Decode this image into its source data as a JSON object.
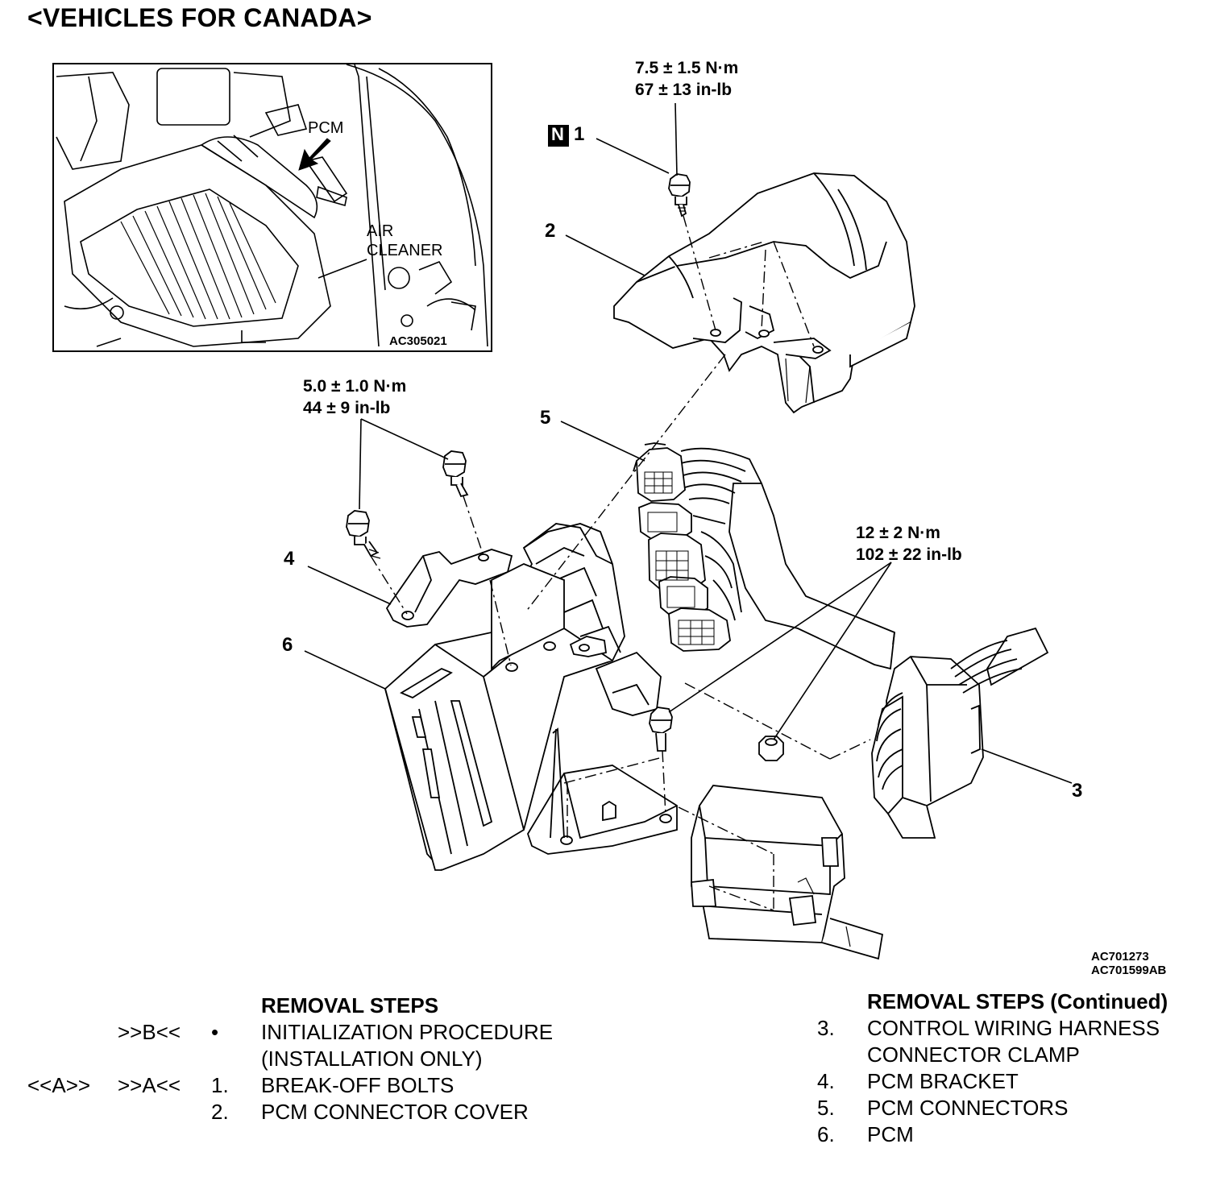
{
  "title": "<VEHICLES FOR CANADA>",
  "inset": {
    "pcm_label": "PCM",
    "air_cleaner_line1": "AIR",
    "air_cleaner_line2": "CLEANER",
    "code": "AC305021"
  },
  "torque": {
    "t1_line1": "7.5 ± 1.5 N·m",
    "t1_line2": "67 ± 13 in-lb",
    "t2_line1": "5.0 ± 1.0 N·m",
    "t2_line2": "44 ± 9 in-lb",
    "t3_line1": "12 ± 2 N·m",
    "t3_line2": "102 ± 22 in-lb"
  },
  "callouts": {
    "n_badge": "N",
    "c1": "1",
    "c2": "2",
    "c3": "3",
    "c4": "4",
    "c5": "5",
    "c6": "6"
  },
  "figure_codes": {
    "code1": "AC701273",
    "code2": "AC701599AB"
  },
  "removal_steps": {
    "header": "REMOVAL STEPS",
    "rows": [
      {
        "prefix1": "",
        "prefix2": ">>B<<",
        "num": "•",
        "text": "INITIALIZATION PROCEDURE"
      },
      {
        "prefix1": "",
        "prefix2": "",
        "num": "",
        "text": "(INSTALLATION ONLY)"
      },
      {
        "prefix1": "<<A>>",
        "prefix2": ">>A<<",
        "num": "1.",
        "text": "BREAK-OFF BOLTS"
      },
      {
        "prefix1": "",
        "prefix2": "",
        "num": "2.",
        "text": "PCM CONNECTOR COVER"
      }
    ]
  },
  "removal_steps_continued": {
    "header": "REMOVAL STEPS (Continued)",
    "rows": [
      {
        "num": "3.",
        "text": "CONTROL WIRING HARNESS"
      },
      {
        "num": "",
        "text": "CONNECTOR CLAMP"
      },
      {
        "num": "4.",
        "text": "PCM BRACKET"
      },
      {
        "num": "5.",
        "text": "PCM CONNECTORS"
      },
      {
        "num": "6.",
        "text": "PCM"
      }
    ]
  }
}
